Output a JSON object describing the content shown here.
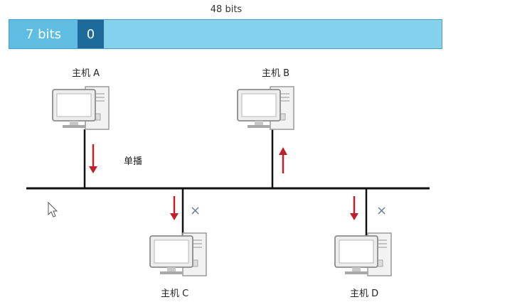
{
  "frame": {
    "length_label": "48 bits",
    "segment_1": "7 bits",
    "segment_2": "0"
  },
  "hosts": {
    "a": "主机 A",
    "b": "主机 B",
    "c": "主机 C",
    "d": "主机 D"
  },
  "annotation": "单播",
  "rejected_mark": "×",
  "colors": {
    "frame_fill": "#84d1ee",
    "segment_light": "#5fbde3",
    "segment_dark": "#1e6a9b",
    "arrow": "#c0202a",
    "bus": "#111111"
  },
  "icons": [
    "computer-icon",
    "arrow-down-icon",
    "arrow-up-icon",
    "reject-x-icon",
    "mouse-cursor-icon"
  ]
}
